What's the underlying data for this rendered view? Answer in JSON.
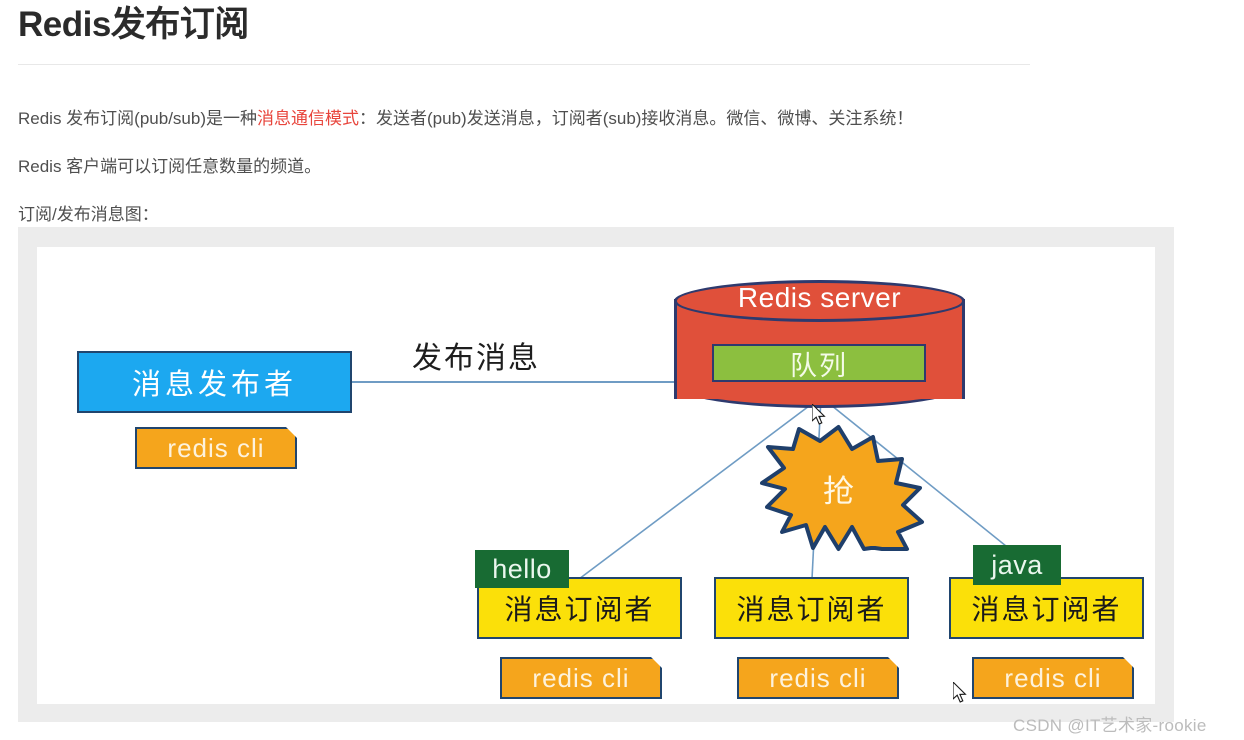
{
  "article": {
    "title": "Redis发布订阅",
    "paragraphs": {
      "p1_a": "Redis 发布订阅(pub/sub)是一种",
      "p1_highlight": "消息通信模式",
      "p1_b": "：发送者(pub)发送消息，订阅者(sub)接收消息。微信、微博、关注系统！",
      "p2": "Redis 客户端可以订阅任意数量的频道。",
      "p3": "订阅/发布消息图："
    },
    "watermark": "CSDN @IT艺术家-rookie"
  },
  "diagram": {
    "publisher": {
      "label": "消息发布者",
      "cli_label": "redis cli"
    },
    "publish_edge_label": "发布消息",
    "server": {
      "title": "Redis server",
      "queue_label": "队列"
    },
    "burst": {
      "label": "抢"
    },
    "subscribers": [
      {
        "tag": "hello",
        "label": "消息订阅者",
        "cli_label": "redis cli"
      },
      {
        "tag": "",
        "label": "消息订阅者",
        "cli_label": "redis cli"
      },
      {
        "tag": "java",
        "label": "消息订阅者",
        "cli_label": "redis cli"
      }
    ],
    "colors": {
      "publisher_fill": "#1CA8F0",
      "cli_fill": "#F5A51C",
      "server_fill": "#E0503A",
      "queue_fill": "#8CBF3F",
      "subscriber_fill": "#FBE009",
      "tag_fill": "#186B33",
      "burst_fill": "#F5A51C",
      "stroke_navy": "#20456E",
      "connector": "#6f9cc4",
      "highlight_red": "#E8453C"
    }
  }
}
